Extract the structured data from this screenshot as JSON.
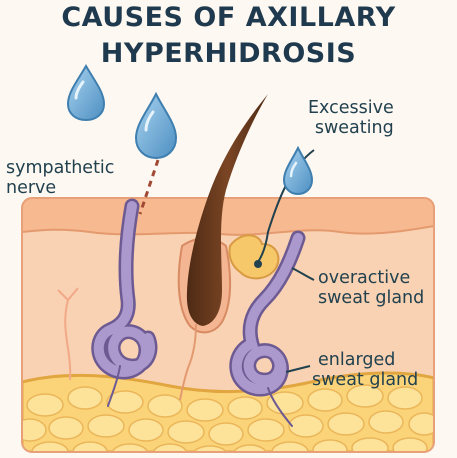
{
  "title": {
    "line1": "CAUSES OF AXILLARY",
    "line2": "HYPERHIDROSIS"
  },
  "labels": {
    "nerve": [
      "sympathetic",
      "nerve"
    ],
    "sweating": [
      "Excessive",
      "sweating"
    ],
    "overactive": [
      "overactive",
      "sweat gland"
    ],
    "enlarged": [
      "enlarged",
      "sweat gland"
    ]
  },
  "colors": {
    "title": "#1f3a4e",
    "skin": "#f6c9a4",
    "fat": "#f9d779",
    "hair": "#6b3a1f",
    "gland": "#9f8bbf",
    "droplet": "#5b9fd0"
  }
}
